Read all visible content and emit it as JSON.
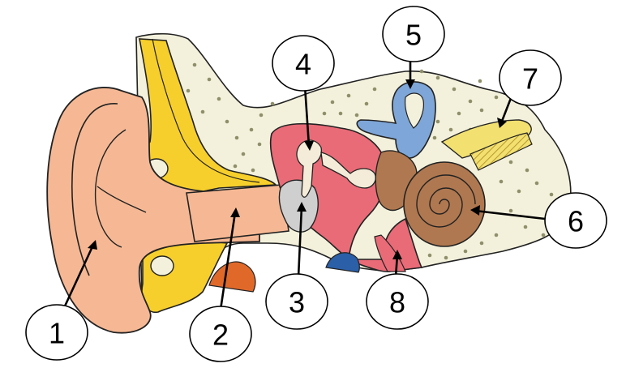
{
  "labels": [
    "1",
    "2",
    "3",
    "4",
    "5",
    "6",
    "7",
    "8"
  ],
  "colors": {
    "background_tissue": "#f3f1dc",
    "skin": "#f6b894",
    "cartilage": "#f7cf2c",
    "middle_ear_cavity": "#e96b77",
    "ossicles": "#f4ecd8",
    "semicircular_canals": "#7ea6d8",
    "cochlea": "#b07850",
    "nerve": "#f2e070",
    "eardrum": "#cfcfcf",
    "gland": "#e0692a",
    "vessel": "#2b5fa8",
    "outline": "#222222"
  }
}
